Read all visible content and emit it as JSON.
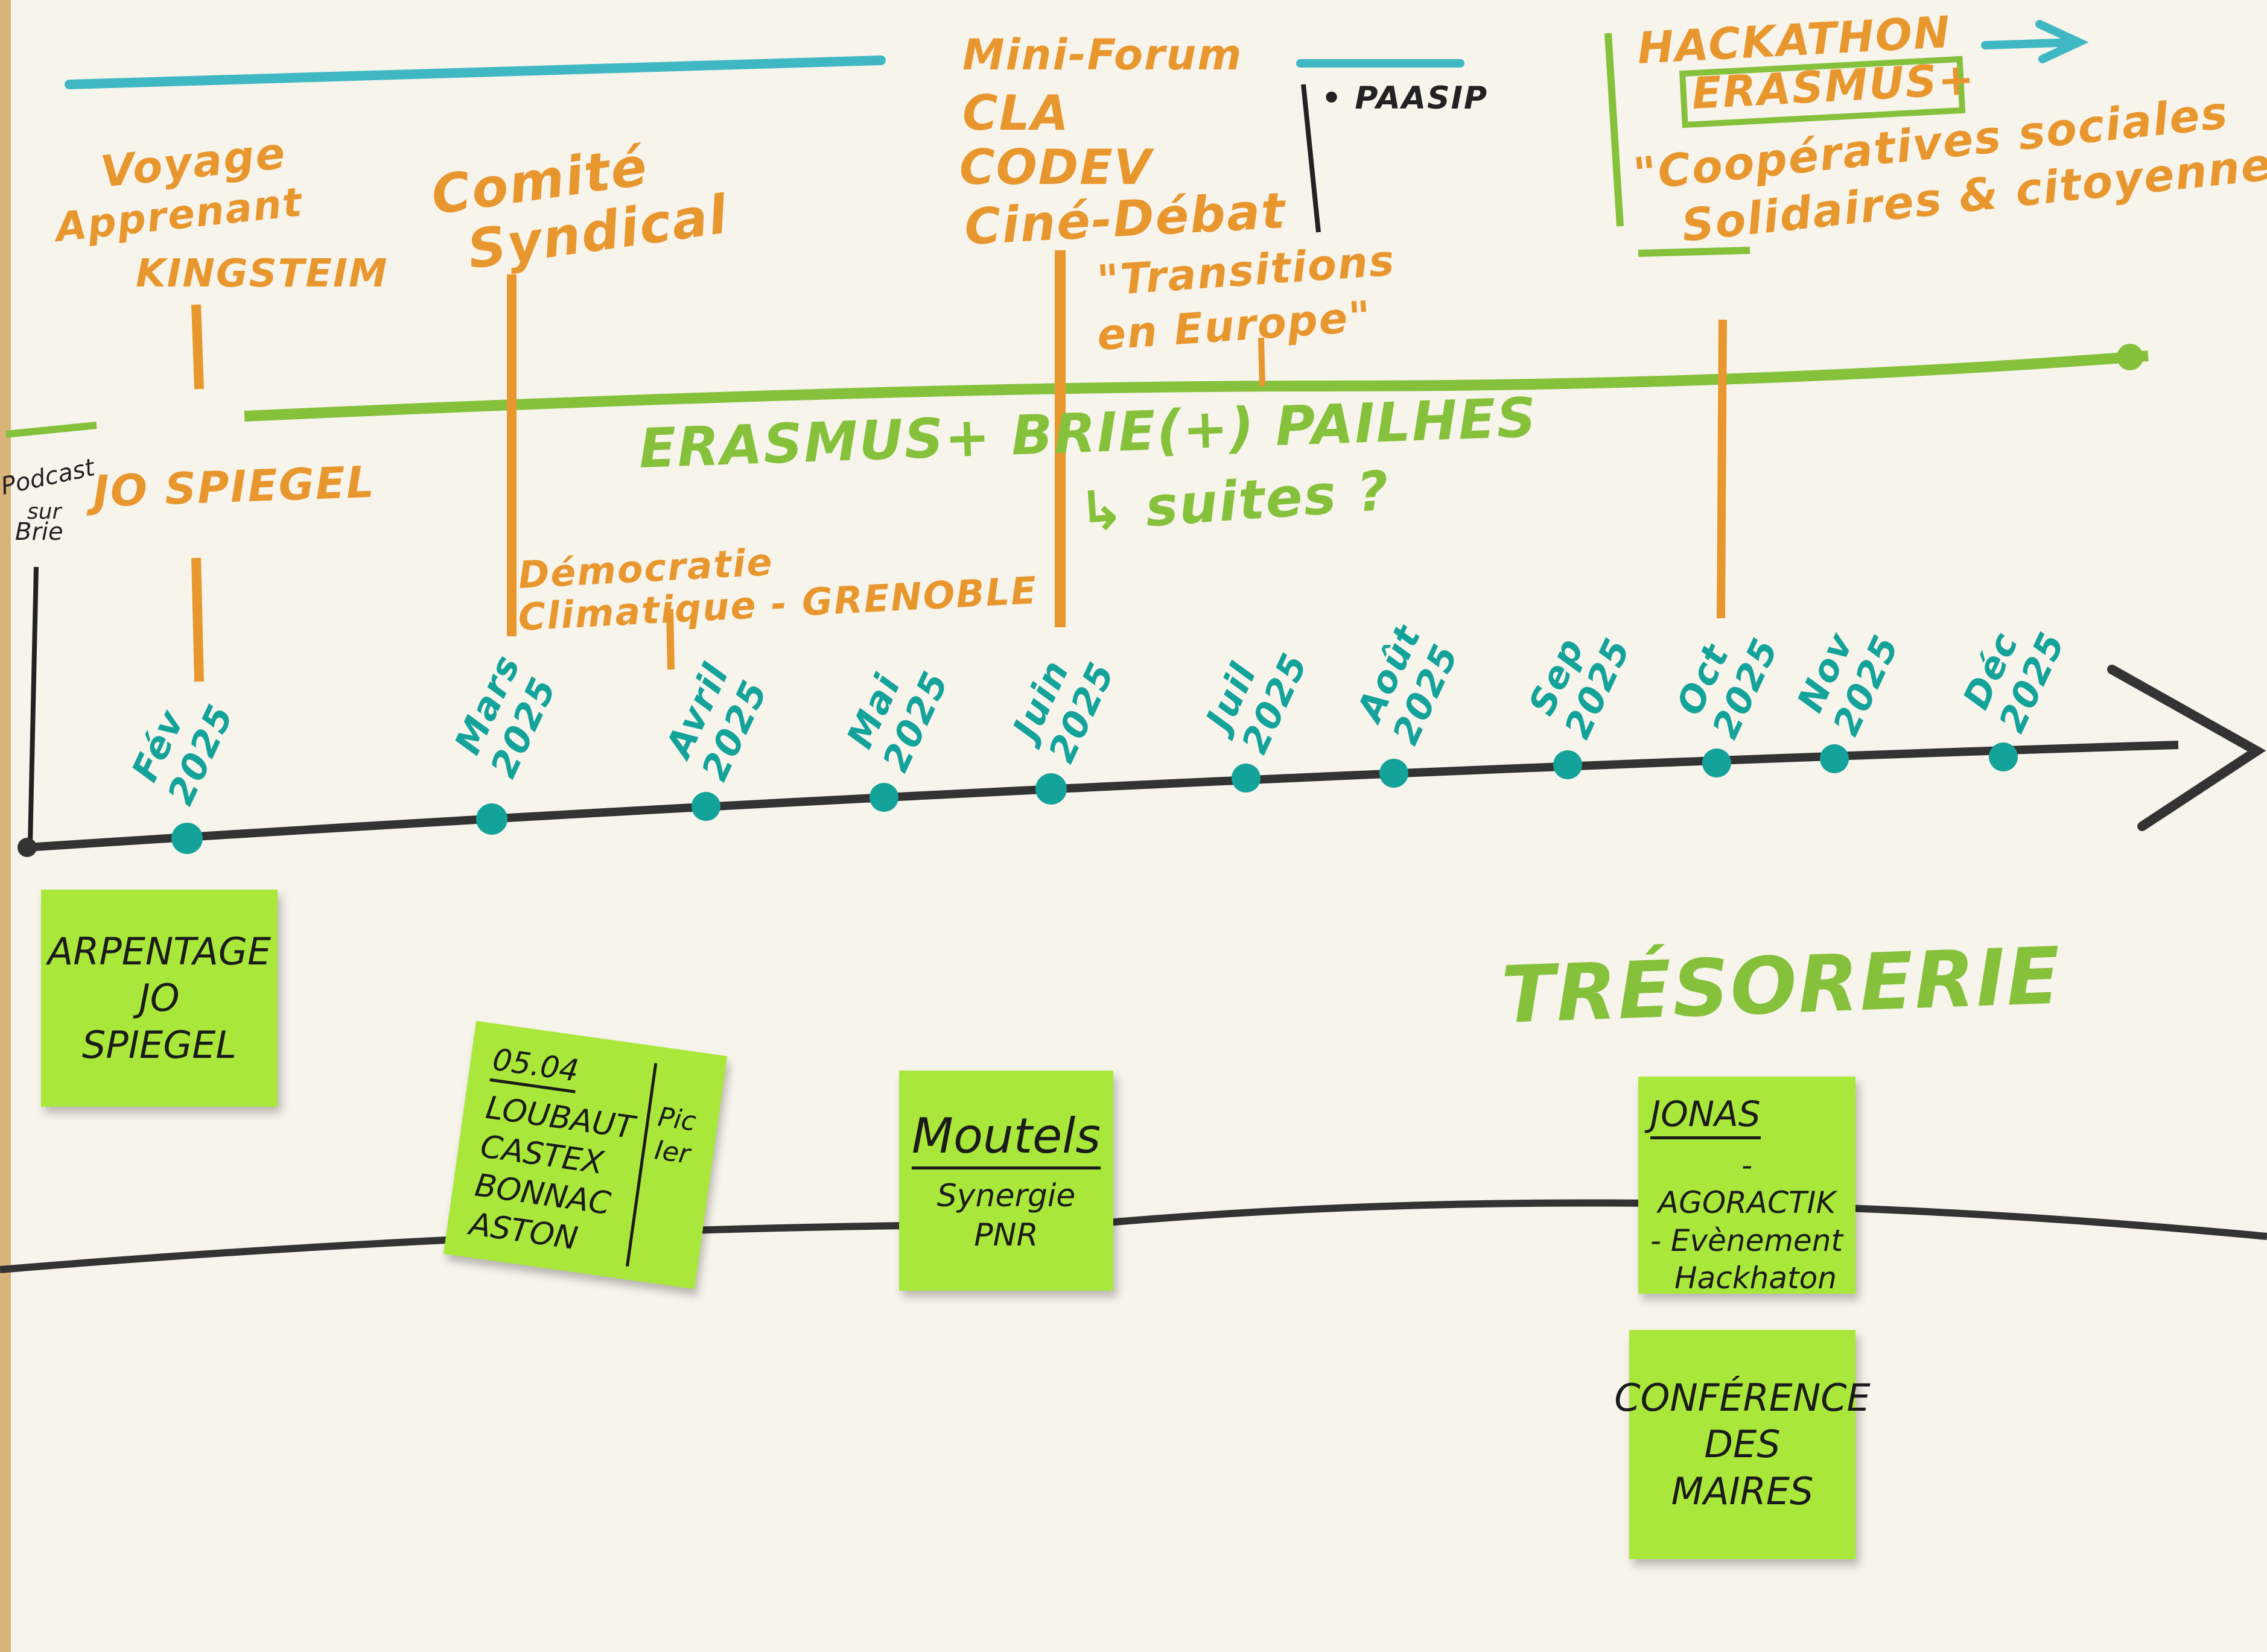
{
  "colors": {
    "orange_marker": "#e8972e",
    "green_marker": "#86c13c",
    "teal_marker": "#14a39a",
    "black_marker": "#222222",
    "sticky_note": "#a9e83a",
    "paper": "#f7f4ec"
  },
  "top_events": {
    "voyage": [
      "Voyage",
      "Apprenant",
      "KINGSTEIM"
    ],
    "comite": [
      "Comité",
      "Syndical"
    ],
    "mini_forum": [
      "Mini-Forum",
      "CLA",
      "CODEV",
      "Ciné-Débat"
    ],
    "transitions": [
      "\"Transitions",
      "en Europe\""
    ],
    "paasip": "• PAASIP",
    "hackathon": [
      "HACKATHON",
      "ERASMUS+"
    ],
    "cooperatives": [
      "\"Coopératives sociales",
      "Solidaires & citoyennes\""
    ]
  },
  "middle": {
    "podcast": [
      "Podcast",
      "sur",
      "Brie"
    ],
    "jo_spiegel": "JO SPIEGEL",
    "erasmus_line": "ERASMUS+ BRIE(+) PAILHES",
    "suites": "↳ suites ?",
    "democratie": [
      "Démocratie",
      "Climatique - GRENOBLE"
    ]
  },
  "months": [
    [
      "Fév",
      "2025"
    ],
    [
      "Mars",
      "2025"
    ],
    [
      "Avril",
      "2025"
    ],
    [
      "Mai",
      "2025"
    ],
    [
      "Juin",
      "2025"
    ],
    [
      "Juil",
      "2025"
    ],
    [
      "Août",
      "2025"
    ],
    [
      "Sep",
      "2025"
    ],
    [
      "Oct",
      "2025"
    ],
    [
      "Nov",
      "2025"
    ],
    [
      "Déc",
      "2025"
    ]
  ],
  "tresorerie": "TRÉSORERIE",
  "notes": {
    "arpentage": [
      "ARPENTAGE",
      "JO SPIEGEL"
    ],
    "loubaut_date": "05.04",
    "loubaut": [
      "LOUBAUT",
      "CASTEX",
      "BONNAC",
      "ASTON"
    ],
    "loubaut_side": [
      "Pic",
      "Ier"
    ],
    "moutels": "Moutels",
    "synergie": [
      "Synergie",
      "PNR"
    ],
    "jonas": "JONAS",
    "jonas_items": [
      "- AGORACTIK",
      "- Evènement",
      "Hackhaton"
    ],
    "conference": [
      "CONFÉRENCE",
      "DES",
      "MAIRES"
    ]
  }
}
